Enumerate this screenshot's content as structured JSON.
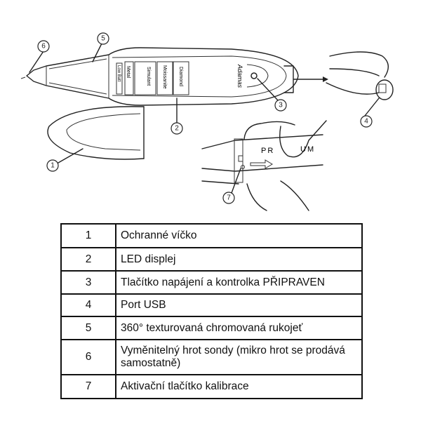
{
  "diagram": {
    "display_labels": [
      "Low Batt",
      "Metal",
      "Simulant",
      "Moissanite",
      "Diamond"
    ],
    "brand": "Adamas",
    "inset_text_left": "PR",
    "inset_text_right": "UM",
    "callouts": [
      "1",
      "2",
      "3",
      "4",
      "5",
      "6",
      "7"
    ]
  },
  "table": {
    "rows": [
      {
        "num": "1",
        "desc": "Ochranné víčko"
      },
      {
        "num": "2",
        "desc": "LED displej"
      },
      {
        "num": "3",
        "desc": "Tlačítko napájení a kontrolka PŘIPRAVEN"
      },
      {
        "num": "4",
        "desc": "Port USB"
      },
      {
        "num": "5",
        "desc": "360° texturovaná chromovaná rukojeť"
      },
      {
        "num": "6",
        "desc": "Vyměnitelný hrot sondy (mikro hrot se prodává samostatně)"
      },
      {
        "num": "7",
        "desc": "Aktivační tlačítko kalibrace"
      }
    ]
  }
}
